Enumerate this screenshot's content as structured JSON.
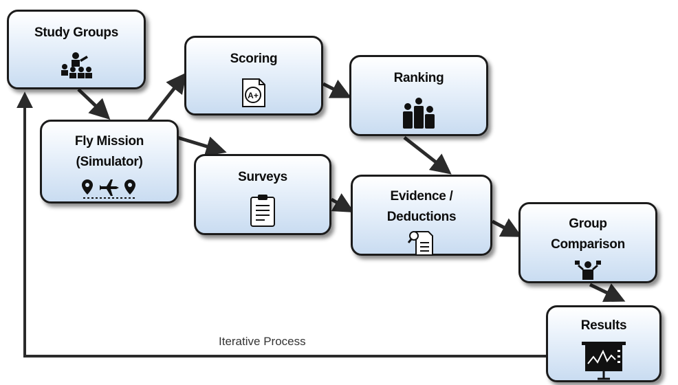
{
  "nodes": {
    "study_groups": {
      "label": "Study Groups",
      "icon": "presenter-audience-icon"
    },
    "fly_mission": {
      "line1": "Fly Mission",
      "line2": "(Simulator)",
      "icon": "flight-route-icon"
    },
    "scoring": {
      "label": "Scoring",
      "icon": "grade-a-plus-icon",
      "grade": "A+"
    },
    "ranking": {
      "label": "Ranking",
      "icon": "ranking-people-icon"
    },
    "surveys": {
      "label": "Surveys",
      "icon": "clipboard-icon"
    },
    "evidence": {
      "line1": "Evidence /",
      "line2": "Deductions",
      "icon": "document-search-icon"
    },
    "group_comparison": {
      "line1": "Group",
      "line2": "Comparison",
      "icon": "comparison-person-icon"
    },
    "results": {
      "label": "Results",
      "icon": "chart-board-icon"
    }
  },
  "feedback": {
    "label": "Iterative Process"
  },
  "colors": {
    "box_border": "#1b1b1b",
    "box_fill_top": "#ffffff",
    "box_fill_bottom": "#c9dcf1",
    "arrow": "#2b2b2b"
  }
}
